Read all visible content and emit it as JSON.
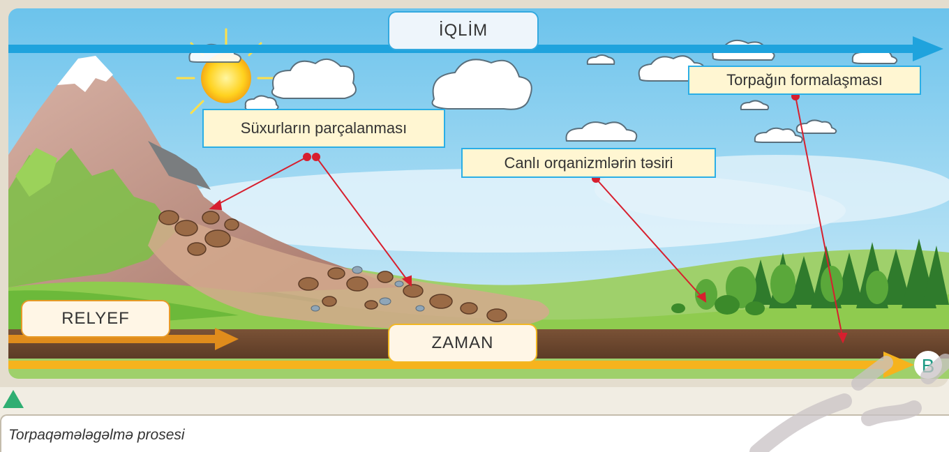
{
  "figure": {
    "caption": "Torpaqəmələgəlmə prosesi"
  },
  "factors": {
    "climate": "İQLİM",
    "relief": "RELYEF",
    "time": "ZAMAN",
    "end_letter": "B"
  },
  "labels": {
    "rock_breakdown": "Süxurların parçalanması",
    "living_organisms": "Canlı orqanizmlərin təsiri",
    "soil_formation": "Torpağın formalaşması"
  },
  "colors": {
    "climate_arrow": "#1fa3dd",
    "relief_arrow": "#e08c1c",
    "time_arrow": "#f6b31d",
    "pointer": "#d71f2e",
    "label_border": "#2aaee6",
    "label_fill": "#fff6d2"
  }
}
